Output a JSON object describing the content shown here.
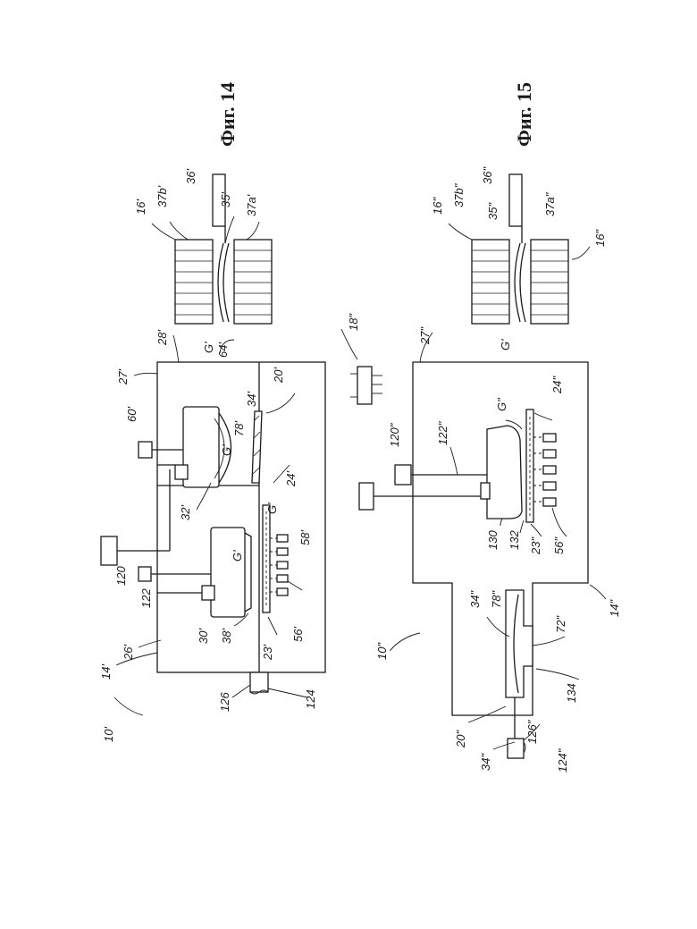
{
  "figures": [
    {
      "title": "Фиг. 14",
      "labels": [
        "10'",
        "14'",
        "26'",
        "27'",
        "28'",
        "120",
        "122",
        "60'",
        "30'",
        "32'",
        "38'",
        "23'",
        "56'",
        "58'",
        "24'",
        "G'",
        "G'",
        "G'",
        "G'",
        "34'",
        "78'",
        "20'",
        "64'",
        "126",
        "124",
        "16'",
        "37b'",
        "36'",
        "35'",
        "37a'"
      ]
    },
    {
      "title": "Фиг. 15",
      "labels": [
        "18\"",
        "10\"",
        "27\"",
        "14\"",
        "120\"",
        "122\"",
        "G\"",
        "24\"",
        "130",
        "132",
        "23\"",
        "56\"",
        "34\"",
        "78\"",
        "72\"",
        "134",
        "20\"",
        "34\"",
        "126\"",
        "124\"",
        "16\"",
        "37b\"",
        "36\"",
        "35\"",
        "37a\"",
        "16\"",
        "G'"
      ]
    }
  ]
}
